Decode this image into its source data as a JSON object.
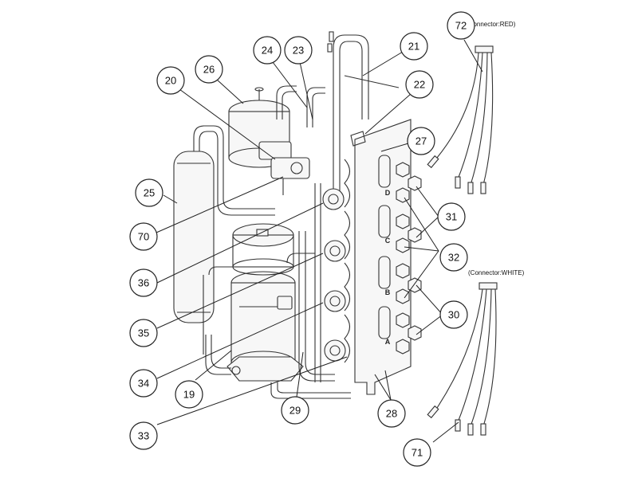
{
  "callouts": [
    {
      "id": "c72",
      "label": "72"
    },
    {
      "id": "c24",
      "label": "24"
    },
    {
      "id": "c23",
      "label": "23"
    },
    {
      "id": "c21",
      "label": "21"
    },
    {
      "id": "c26",
      "label": "26"
    },
    {
      "id": "c20",
      "label": "20"
    },
    {
      "id": "c22",
      "label": "22"
    },
    {
      "id": "c27",
      "label": "27"
    },
    {
      "id": "c25",
      "label": "25"
    },
    {
      "id": "c31",
      "label": "31"
    },
    {
      "id": "c70",
      "label": "70"
    },
    {
      "id": "c32",
      "label": "32"
    },
    {
      "id": "c36",
      "label": "36"
    },
    {
      "id": "c30",
      "label": "30"
    },
    {
      "id": "c35",
      "label": "35"
    },
    {
      "id": "c34",
      "label": "34"
    },
    {
      "id": "c19",
      "label": "19"
    },
    {
      "id": "c29",
      "label": "29"
    },
    {
      "id": "c28",
      "label": "28"
    },
    {
      "id": "c33",
      "label": "33"
    },
    {
      "id": "c71",
      "label": "71"
    }
  ],
  "connectors": {
    "red": "(Connector:RED)",
    "white": "(Connector:WHITE)"
  },
  "valve_letters": [
    "D",
    "C",
    "B",
    "A"
  ]
}
